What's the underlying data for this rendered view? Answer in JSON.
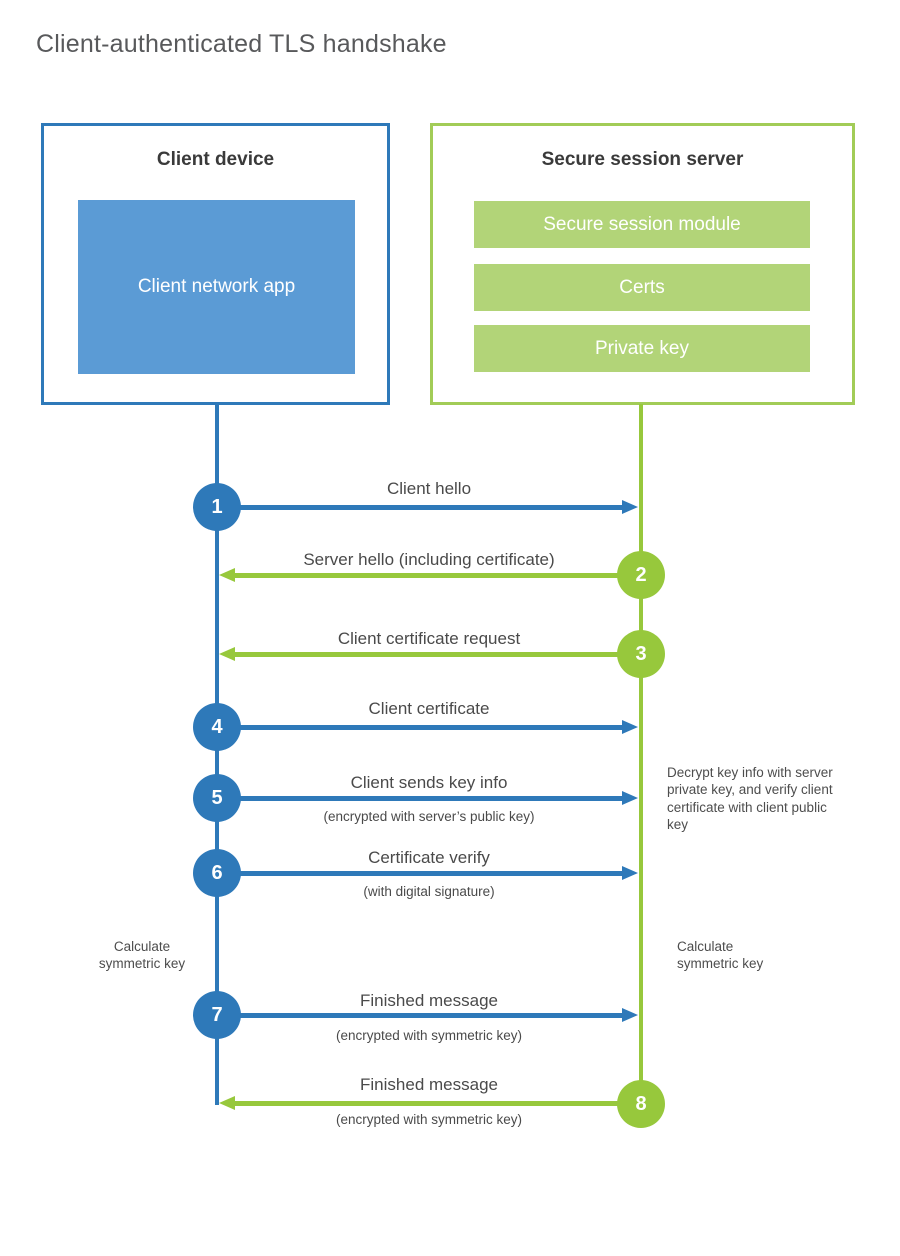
{
  "page": {
    "title": "Client-authenticated TLS handshake"
  },
  "colors": {
    "blue_line": "#2e79b9",
    "blue_fill": "#5b9bd5",
    "green_line": "#97c83c",
    "green_border": "#a2cc57",
    "green_fill": "#b2d478",
    "label_text": "#4a4a4a",
    "title_text": "#58595b"
  },
  "client_box": {
    "title": "Client device",
    "app_label": "Client network app"
  },
  "server_box": {
    "title": "Secure session server",
    "modules": [
      "Secure session module",
      "Certs",
      "Private key"
    ]
  },
  "messages": [
    {
      "step": "1",
      "label": "Client hello",
      "sublabel": "",
      "from": "client",
      "to": "server"
    },
    {
      "step": "2",
      "label": "Server hello (including certificate)",
      "sublabel": "",
      "from": "server",
      "to": "client"
    },
    {
      "step": "3",
      "label": "Client certificate request",
      "sublabel": "",
      "from": "server",
      "to": "client"
    },
    {
      "step": "4",
      "label": "Client certificate",
      "sublabel": "",
      "from": "client",
      "to": "server"
    },
    {
      "step": "5",
      "label": "Client sends key info",
      "sublabel": "(encrypted with server’s public key)",
      "from": "client",
      "to": "server"
    },
    {
      "step": "6",
      "label": "Certificate verify",
      "sublabel": "(with digital signature)",
      "from": "client",
      "to": "server"
    },
    {
      "step": "7",
      "label": "Finished message",
      "sublabel": "(encrypted with symmetric key)",
      "from": "client",
      "to": "server"
    },
    {
      "step": "8",
      "label": "Finished message",
      "sublabel": "(encrypted with symmetric key)",
      "from": "server",
      "to": "client"
    }
  ],
  "notes": {
    "decrypt_note": "Decrypt key info with server private key, and verify client certificate with client public key",
    "calc_left": "Calculate symmetric key",
    "calc_right": "Calculate symmetric key"
  }
}
